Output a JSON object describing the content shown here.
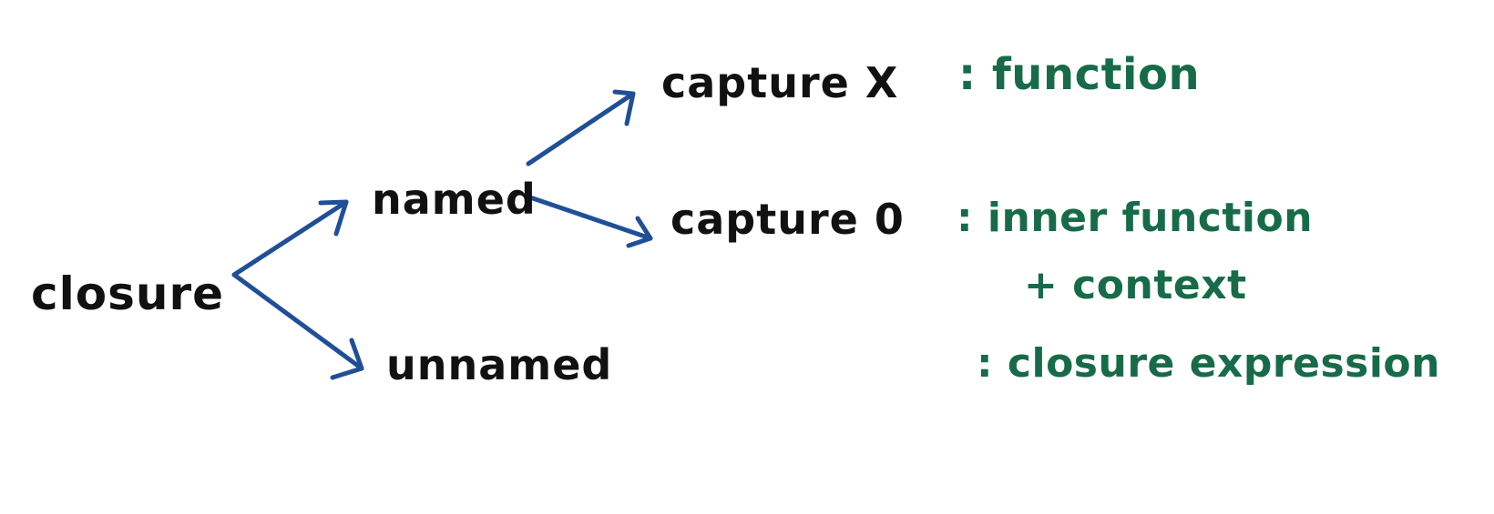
{
  "diagram": {
    "root": "closure",
    "named": "named",
    "unnamed": "unnamed",
    "capture_x": "capture X",
    "capture_0": "capture 0",
    "desc_function": ": function",
    "desc_inner_function": ": inner function",
    "desc_context": "+ context",
    "desc_closure_expression": ": closure expression"
  },
  "colors": {
    "text": "#111111",
    "arrow": "#1f4f97",
    "description": "#176b48",
    "background": "#ffffff"
  }
}
